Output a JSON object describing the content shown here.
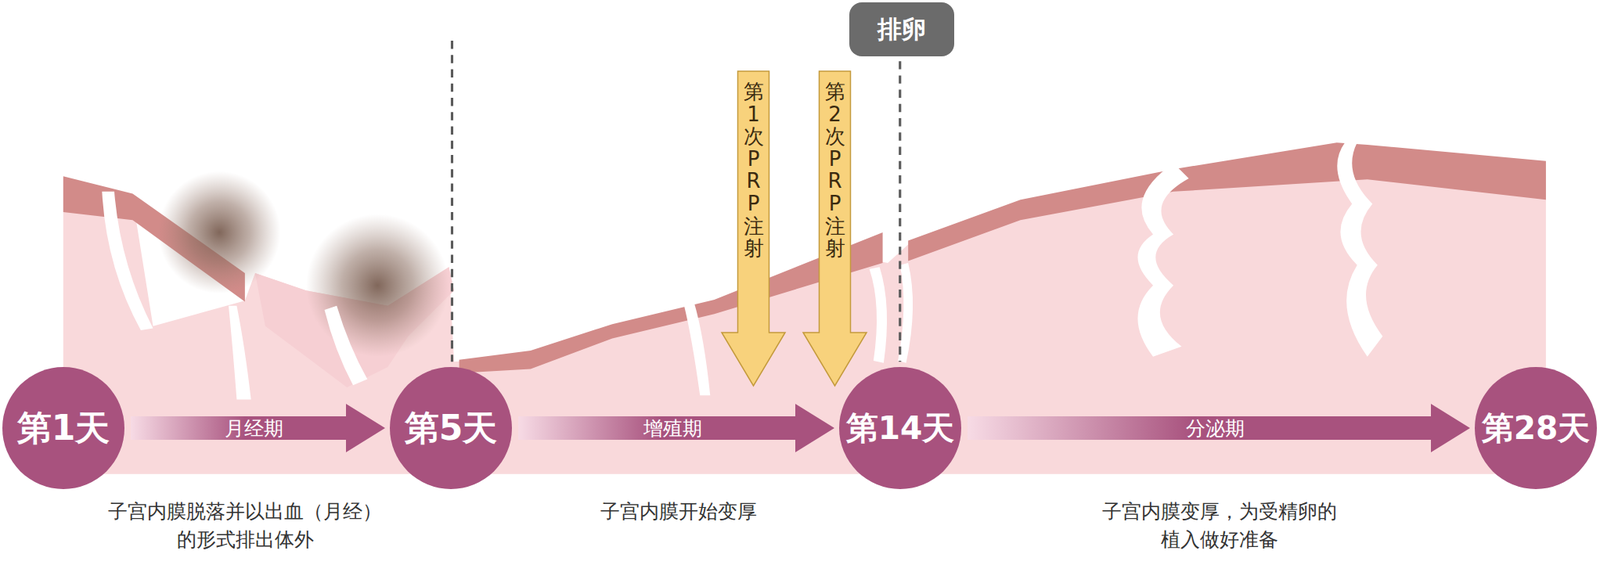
{
  "diagram": {
    "nodes": [
      {
        "text": [
          "排卵"
        ]
      },
      {
        "text": [
          "第1次PRP注射"
        ]
      },
      {
        "text": [
          "第2次PRP注射"
        ]
      },
      {
        "text": [
          "第1天"
        ]
      },
      {
        "text": [
          "第5天"
        ]
      },
      {
        "text": [
          "第14天"
        ]
      },
      {
        "text": [
          "第28天"
        ]
      }
    ],
    "edges": [
      {
        "from": 3,
        "to": 4,
        "arrow": "to",
        "label": "月经期"
      },
      {
        "from": 4,
        "to": 5,
        "arrow": "to",
        "label": "增殖期"
      },
      {
        "from": 5,
        "to": 6,
        "arrow": "to",
        "label": "分泌期"
      }
    ],
    "labels": [
      "子宫内膜脱落并以出血（月经） 的形式排出体外",
      "子宫内膜开始变厚",
      "子宫内膜变厚，为受精卵的 植入做好准备"
    ]
  }
}
